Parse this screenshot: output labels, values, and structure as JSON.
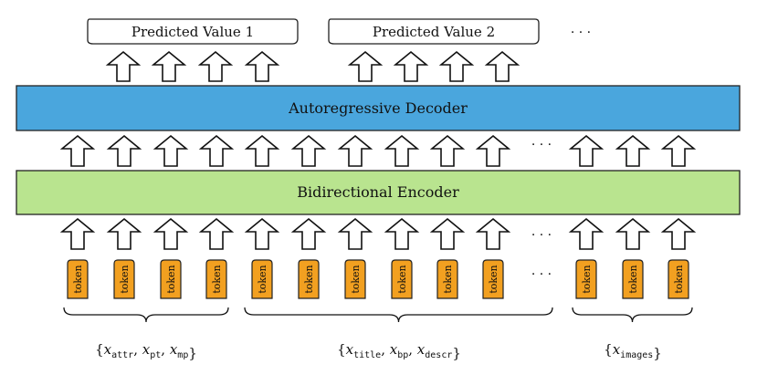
{
  "outputs": [
    {
      "label": "Predicted Value 1"
    },
    {
      "label": "Predicted Value 2"
    }
  ],
  "outputs_ellipsis": "· · ·",
  "decoder": {
    "label": "Autoregressive Decoder",
    "color": "#4aa6dd"
  },
  "encoder": {
    "label": "Bidirectional Encoder",
    "color": "#b9e48f"
  },
  "token_label": "token",
  "token_color": "#f2a020",
  "ellipsis": "· · ·",
  "groups": [
    {
      "prefix": "{",
      "subs": [
        {
          "var": "x",
          "sub": "attr"
        },
        {
          "var": "x",
          "sub": "pt"
        },
        {
          "var": "x",
          "sub": "mp"
        }
      ],
      "suffix": "}"
    },
    {
      "prefix": "{",
      "subs": [
        {
          "var": "x",
          "sub": "title"
        },
        {
          "var": "x",
          "sub": "bp"
        },
        {
          "var": "x",
          "sub": "descr"
        }
      ],
      "suffix": "}"
    },
    {
      "prefix": "{",
      "subs": [
        {
          "var": "x",
          "sub": "images"
        }
      ],
      "suffix": "}"
    }
  ]
}
